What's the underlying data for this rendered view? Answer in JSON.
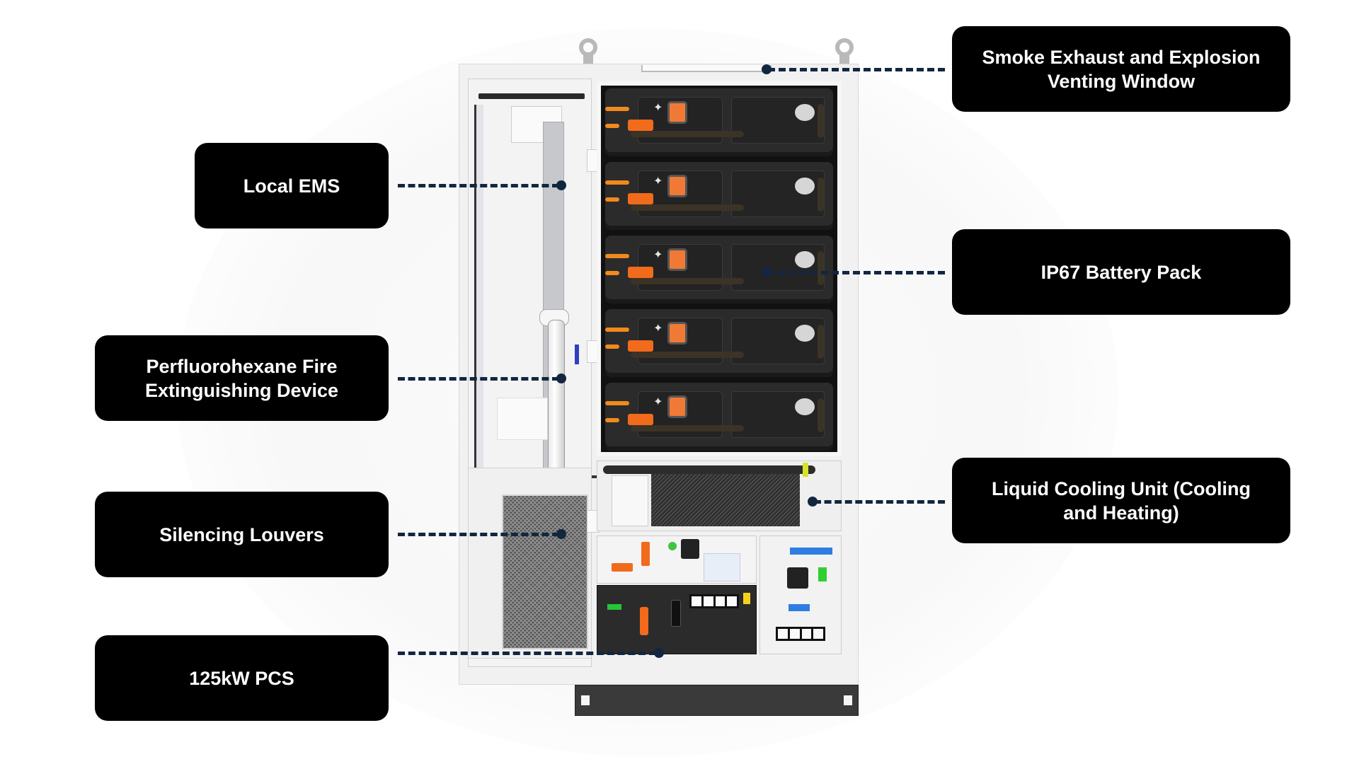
{
  "diagram": {
    "subject": "Energy storage cabinet (internal component callouts)",
    "callouts": {
      "smoke_exhaust": {
        "label": "Smoke Exhaust and Explosion Venting Window",
        "side": "right"
      },
      "local_ems": {
        "label": "Local EMS",
        "side": "left"
      },
      "battery_pack": {
        "label": "IP67 Battery Pack",
        "side": "right"
      },
      "fire_extinguishing": {
        "label": "Perfluorohexane Fire Extinguishing Device",
        "side": "left"
      },
      "liquid_cooling": {
        "label": "Liquid Cooling Unit (Cooling and Heating)",
        "side": "right"
      },
      "silencing_louvers": {
        "label": "Silencing Louvers",
        "side": "left"
      },
      "pcs": {
        "label": "125kW PCS",
        "side": "left"
      }
    },
    "battery_module_count": 5,
    "colors": {
      "label_background": "#000000",
      "label_text": "#ffffff",
      "leader_line": "#12263f",
      "battery_body": "#2b2b2b",
      "cable_orange": "#f08a1e"
    }
  }
}
